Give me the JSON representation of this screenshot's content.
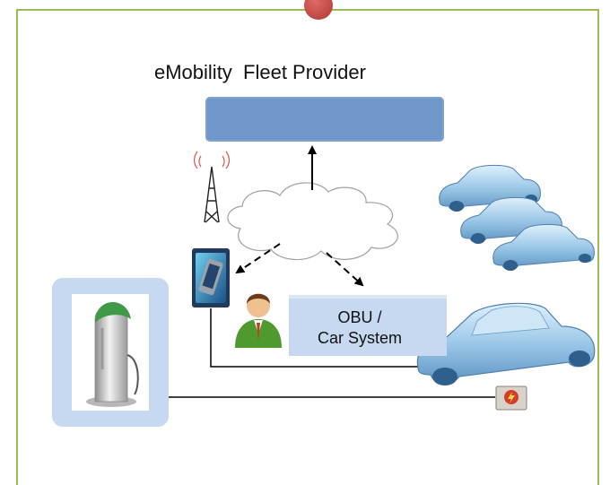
{
  "diagram": {
    "title": "eMobility  Fleet Provider",
    "obu_label_line1": "OBU /",
    "obu_label_line2": "Car System"
  },
  "colors": {
    "frame_border": "#9bbb59",
    "accent_dot": "#c0504d",
    "provider_box": "#6f97c9",
    "obu_box": "#c6d9f1",
    "station_panel": "#c6d9f1",
    "car_body": "#9cc8e8"
  },
  "icons": [
    "radio-tower-icon",
    "cloud-icon",
    "smartphone-icon",
    "user-icon",
    "charging-station-icon",
    "car-icon",
    "charging-socket-icon"
  ]
}
